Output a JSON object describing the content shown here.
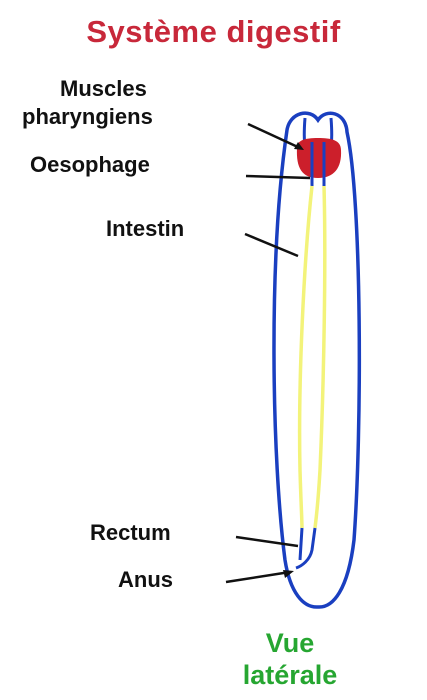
{
  "title": "Système digestif",
  "labels": {
    "muscles_line1": "Muscles",
    "muscles_line2": "pharyngiens",
    "oesophage": "Oesophage",
    "intestin": "Intestin",
    "rectum": "Rectum",
    "anus": "Anus"
  },
  "footer": {
    "line1": "Vue",
    "line2": "latérale"
  },
  "colors": {
    "title": "#c8283a",
    "body_outline": "#1a3fc0",
    "intestine": "#f3f37a",
    "pharynx": "#cc1f2b",
    "footer": "#26a631"
  }
}
